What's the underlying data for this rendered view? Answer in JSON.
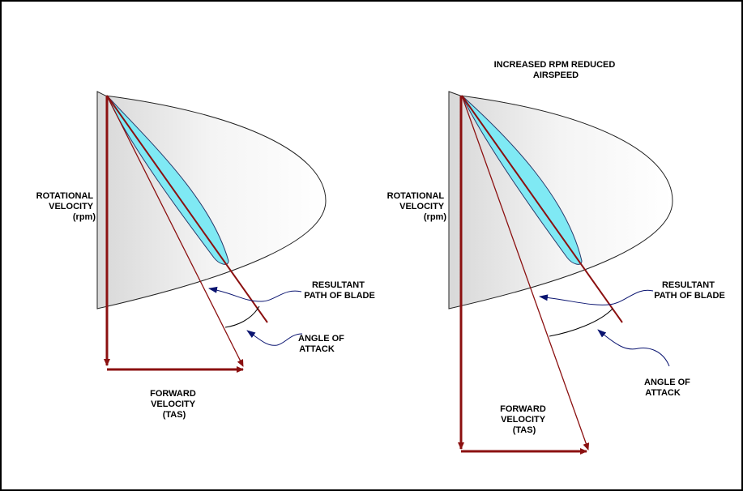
{
  "colors": {
    "border": "#000000",
    "arrow": "#8b1010",
    "blade_fill": "#7fe9f4",
    "blade_stroke": "#2a3a6a",
    "disc_fill": "#ececec",
    "pointer": "#0a1470"
  },
  "left_diagram": {
    "rotational_label": [
      "ROTATIONAL",
      "VELOCITY",
      "(rpm)"
    ],
    "resultant_label": [
      "RESULTANT",
      "PATH OF BLADE"
    ],
    "aoa_label": [
      "ANGLE OF",
      "ATTACK"
    ],
    "forward_label": [
      "FORWARD",
      "VELOCITY",
      "(TAS)"
    ]
  },
  "right_diagram": {
    "title": [
      "INCREASED RPM REDUCED",
      "AIRSPEED"
    ],
    "rotational_label": [
      "ROTATIONAL",
      "VELOCITY",
      "(rpm)"
    ],
    "resultant_label": [
      "RESULTANT",
      "PATH OF BLADE"
    ],
    "aoa_label": [
      "ANGLE OF",
      "ATTACK"
    ],
    "forward_label": [
      "FORWARD",
      "VELOCITY",
      "(TAS)"
    ]
  }
}
